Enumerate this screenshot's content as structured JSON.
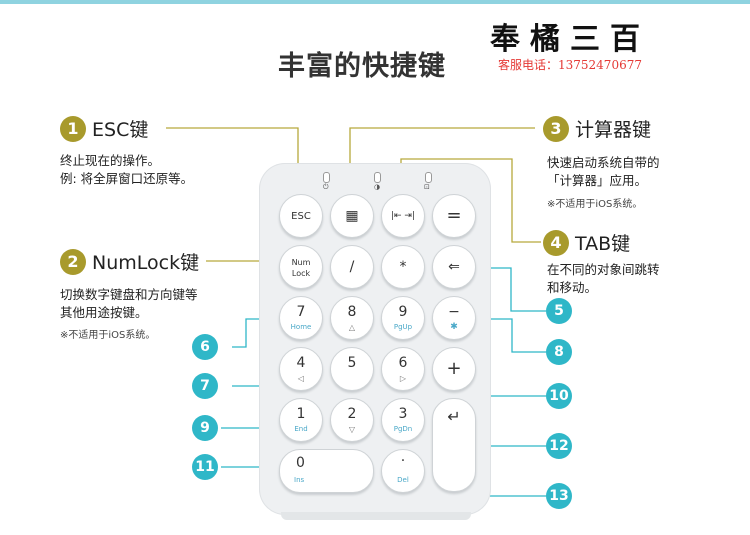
{
  "header": {
    "title": "丰富的快捷键",
    "brand": "奉橘三百",
    "contact": "客服电话：13752470677"
  },
  "features": {
    "esc": {
      "num": "1",
      "title": "ESC键",
      "desc1": "终止现在的操作。",
      "desc2": "例: 将全屏窗口还原等。"
    },
    "numlock": {
      "num": "2",
      "title": "NumLock键",
      "desc1": "切换数字键盘和方向键等",
      "desc2": "其他用途按键。",
      "note": "※不适用于iOS系统。"
    },
    "calc": {
      "num": "3",
      "title": "计算器键",
      "desc1": "快速启动系统自带的",
      "desc2": "「计算器」应用。",
      "note": "※不适用于iOS系统。"
    },
    "tab": {
      "num": "4",
      "title": "TAB键",
      "desc1": "在不同的对象间跳转",
      "desc2": "和移动。"
    }
  },
  "keyboard": {
    "esc": "ESC",
    "calc_icon": "▦",
    "tab_icon": "|⇤ ⇥|",
    "equals": "=",
    "numlock_1": "Num",
    "numlock_2": "Lock",
    "slash": "/",
    "asterisk": "*",
    "backspace": "⇐",
    "k7": "7",
    "k7s": "Home",
    "k8": "8",
    "k8s": "△",
    "k9": "9",
    "k9s": "PgUp",
    "minus": "−",
    "minus_s": "✱",
    "k4": "4",
    "k4s": "◁",
    "k5": "5",
    "k6": "6",
    "k6s": "▷",
    "plus": "+",
    "k1": "1",
    "k1s": "End",
    "k2": "2",
    "k2s": "▽",
    "k3": "3",
    "k3s": "PgDn",
    "enter": "↵",
    "k0": "0",
    "k0s": "Ins",
    "dot": "·",
    "dots": "Del",
    "led_icons": [
      "⏻",
      "◑",
      "⊡"
    ]
  },
  "callouts": [
    "5",
    "6",
    "7",
    "8",
    "9",
    "10",
    "11",
    "12",
    "13"
  ],
  "colors": {
    "accent_gold": "#a89a2c",
    "callout_teal": "#2fb7c8",
    "sub_blue": "#4aa8c8",
    "brand_red": "#e53935"
  }
}
